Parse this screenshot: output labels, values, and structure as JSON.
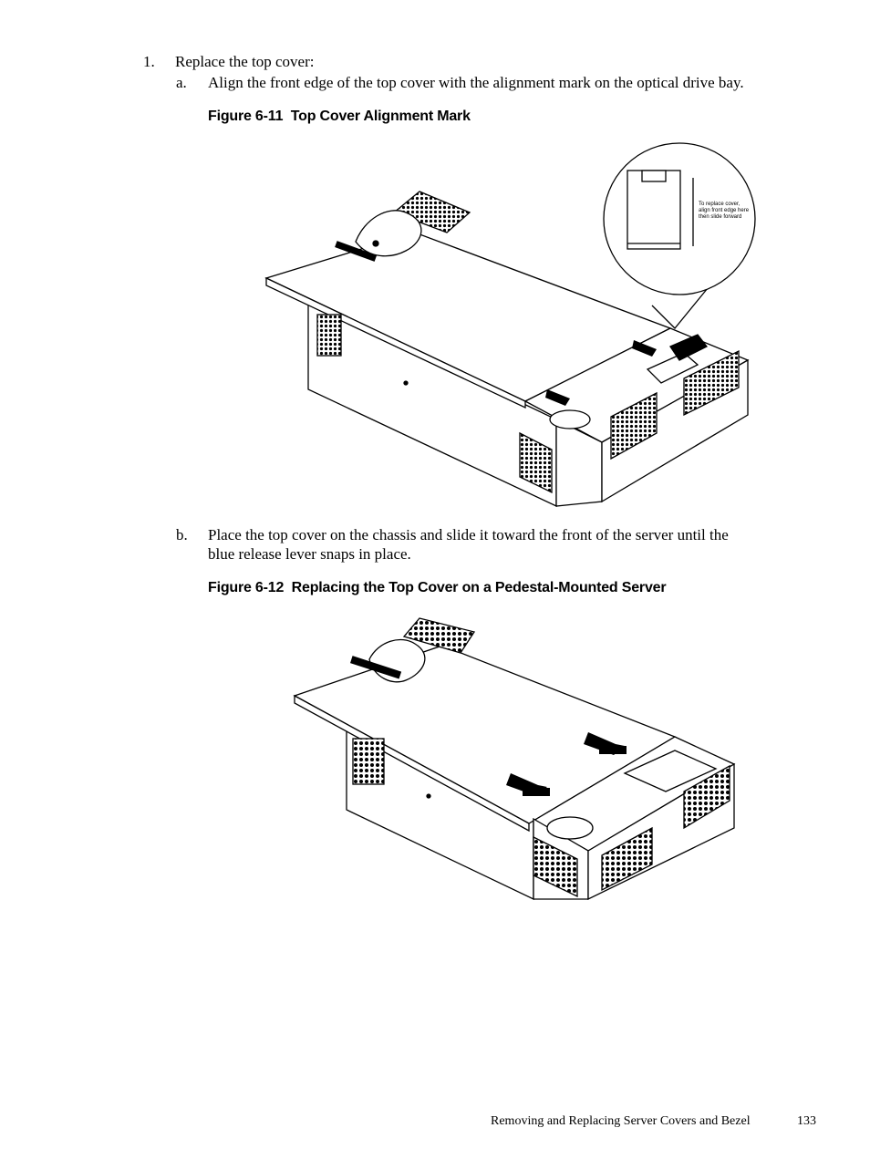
{
  "steps": {
    "step1": {
      "number": "1.",
      "text": "Replace the top cover:"
    },
    "step_a": {
      "letter": "a.",
      "text": "Align the front edge of the top cover with the alignment mark on the optical drive bay."
    },
    "step_b": {
      "letter": "b.",
      "line1": "Place the top cover on the chassis and slide it toward the front of the server until the",
      "line2": "blue release lever snaps in place."
    }
  },
  "figures": {
    "fig1": {
      "caption": "Figure 6-11  Top Cover Alignment Mark",
      "callout_lines": [
        "To replace cover,",
        "align front edge here",
        "then slide forward"
      ]
    },
    "fig2": {
      "caption": "Figure 6-12  Replacing the Top Cover on a Pedestal-Mounted Server"
    }
  },
  "footer": {
    "section": "Removing and Replacing Server Covers and Bezel",
    "page": "133"
  }
}
